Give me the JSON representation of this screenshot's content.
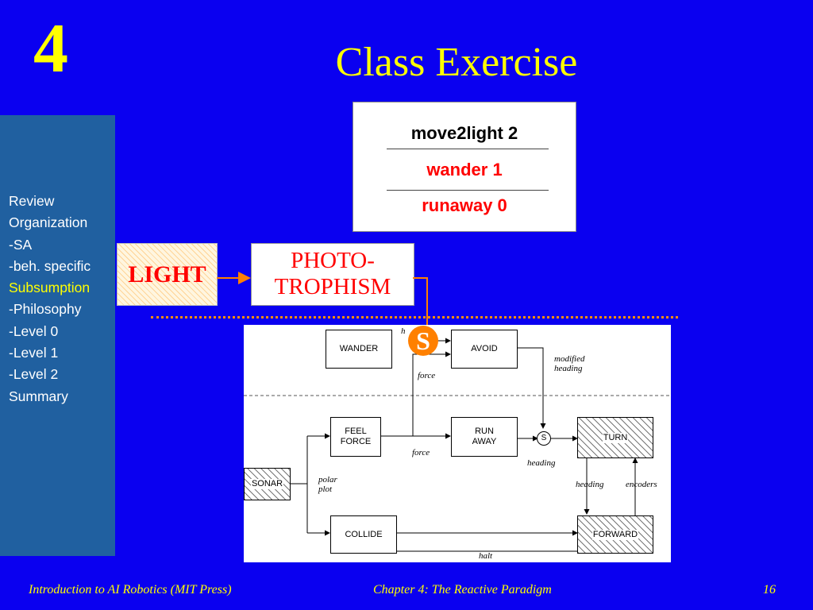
{
  "header": {
    "chapter_number": "4",
    "title": "Class Exercise"
  },
  "sidebar": {
    "items": [
      {
        "label": "Review",
        "active": false
      },
      {
        "label": "Organization",
        "active": false
      },
      {
        "label": "-SA",
        "active": false
      },
      {
        "label": "-beh. specific",
        "active": false
      },
      {
        "label": "Subsumption",
        "active": true
      },
      {
        "label": "-Philosophy",
        "active": false
      },
      {
        "label": "-Level 0",
        "active": false
      },
      {
        "label": "-Level 1",
        "active": false
      },
      {
        "label": "-Level 2",
        "active": false
      },
      {
        "label": "Summary",
        "active": false
      }
    ]
  },
  "priority_table": {
    "rows": [
      {
        "label": "move2light  2",
        "color": "#000000"
      },
      {
        "label": "wander 1",
        "color": "#ff0000"
      },
      {
        "label": "runaway  0",
        "color": "#ff0000"
      }
    ]
  },
  "new_layer": {
    "light_label": "LIGHT",
    "photo_line1": "PHOTO-",
    "photo_line2": "TROPHISM",
    "suppress_label": "S"
  },
  "diagram": {
    "modules": {
      "wander": "WANDER",
      "avoid": "AVOID",
      "feel_force_1": "FEEL",
      "feel_force_2": "FORCE",
      "run_away_1": "RUN",
      "run_away_2": "AWAY",
      "turn": "TURN",
      "sonar": "SONAR",
      "collide": "COLLIDE",
      "forward": "FORWARD"
    },
    "labels": {
      "heading_partial": "h",
      "force_upper": "force",
      "force_lower": "force",
      "modified_1": "modified",
      "modified_2": "heading",
      "heading_s": "heading",
      "heading_turn": "heading",
      "encoders": "encoders",
      "polar_1": "polar",
      "polar_2": "plot",
      "halt": "halt",
      "suppress_small": "S"
    }
  },
  "footer": {
    "left": "Introduction to AI Robotics (MIT Press)",
    "center": "Chapter 4: The Reactive Paradigm",
    "page": "16"
  },
  "colors": {
    "background": "#0a00f0",
    "title": "#ffff00",
    "sidebar": "#2060a0",
    "highlight": "#ff0000",
    "connector": "#ff8000"
  }
}
